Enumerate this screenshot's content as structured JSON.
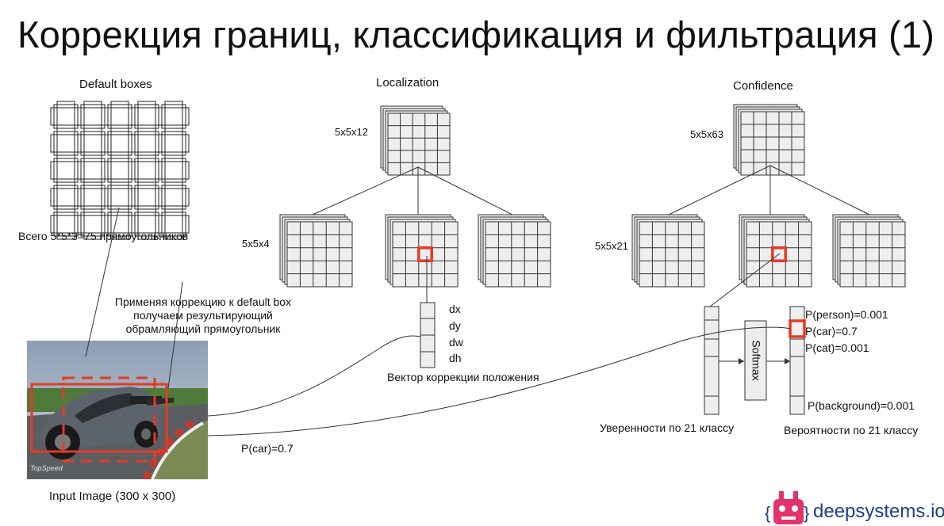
{
  "title": "Коррекция границ, классификация и фильтрация (1)",
  "default_boxes": {
    "heading": "Default boxes",
    "caption": "Всего 5*5*3=75 прямоугольников"
  },
  "localization": {
    "heading": "Localization",
    "top_dims": "5x5x12",
    "branch_dims": "5x5x4",
    "vector_items": [
      "dx",
      "dy",
      "dw",
      "dh"
    ],
    "vector_caption": "Вектор коррекции положения"
  },
  "confidence": {
    "heading": "Confidence",
    "top_dims": "5x5x63",
    "branch_dims": "5x5x21",
    "scores_caption": "Уверенности по 21 классу",
    "softmax_label": "Softmax",
    "probs_caption": "Вероятности по 21 классу",
    "probabilities": [
      {
        "label": "P(person)=0.001"
      },
      {
        "label": "P(car)=0.7"
      },
      {
        "label": "P(cat)=0.001"
      },
      {
        "label": "P(background)=0.001"
      }
    ]
  },
  "correction_note": "Применяя коррекцию к default box получаем результирующий обрамляющий прямоугольник",
  "input_image": {
    "caption": "Input Image (300 x 300)",
    "watermark": "TopSpeed"
  },
  "detection_label": "P(car)=0.7",
  "brand": {
    "name": "deepsystems.io",
    "color": "#e2336b"
  },
  "colors": {
    "highlight": "#e53a26",
    "grid_fill": "#eeeeee",
    "stroke": "#333333"
  }
}
